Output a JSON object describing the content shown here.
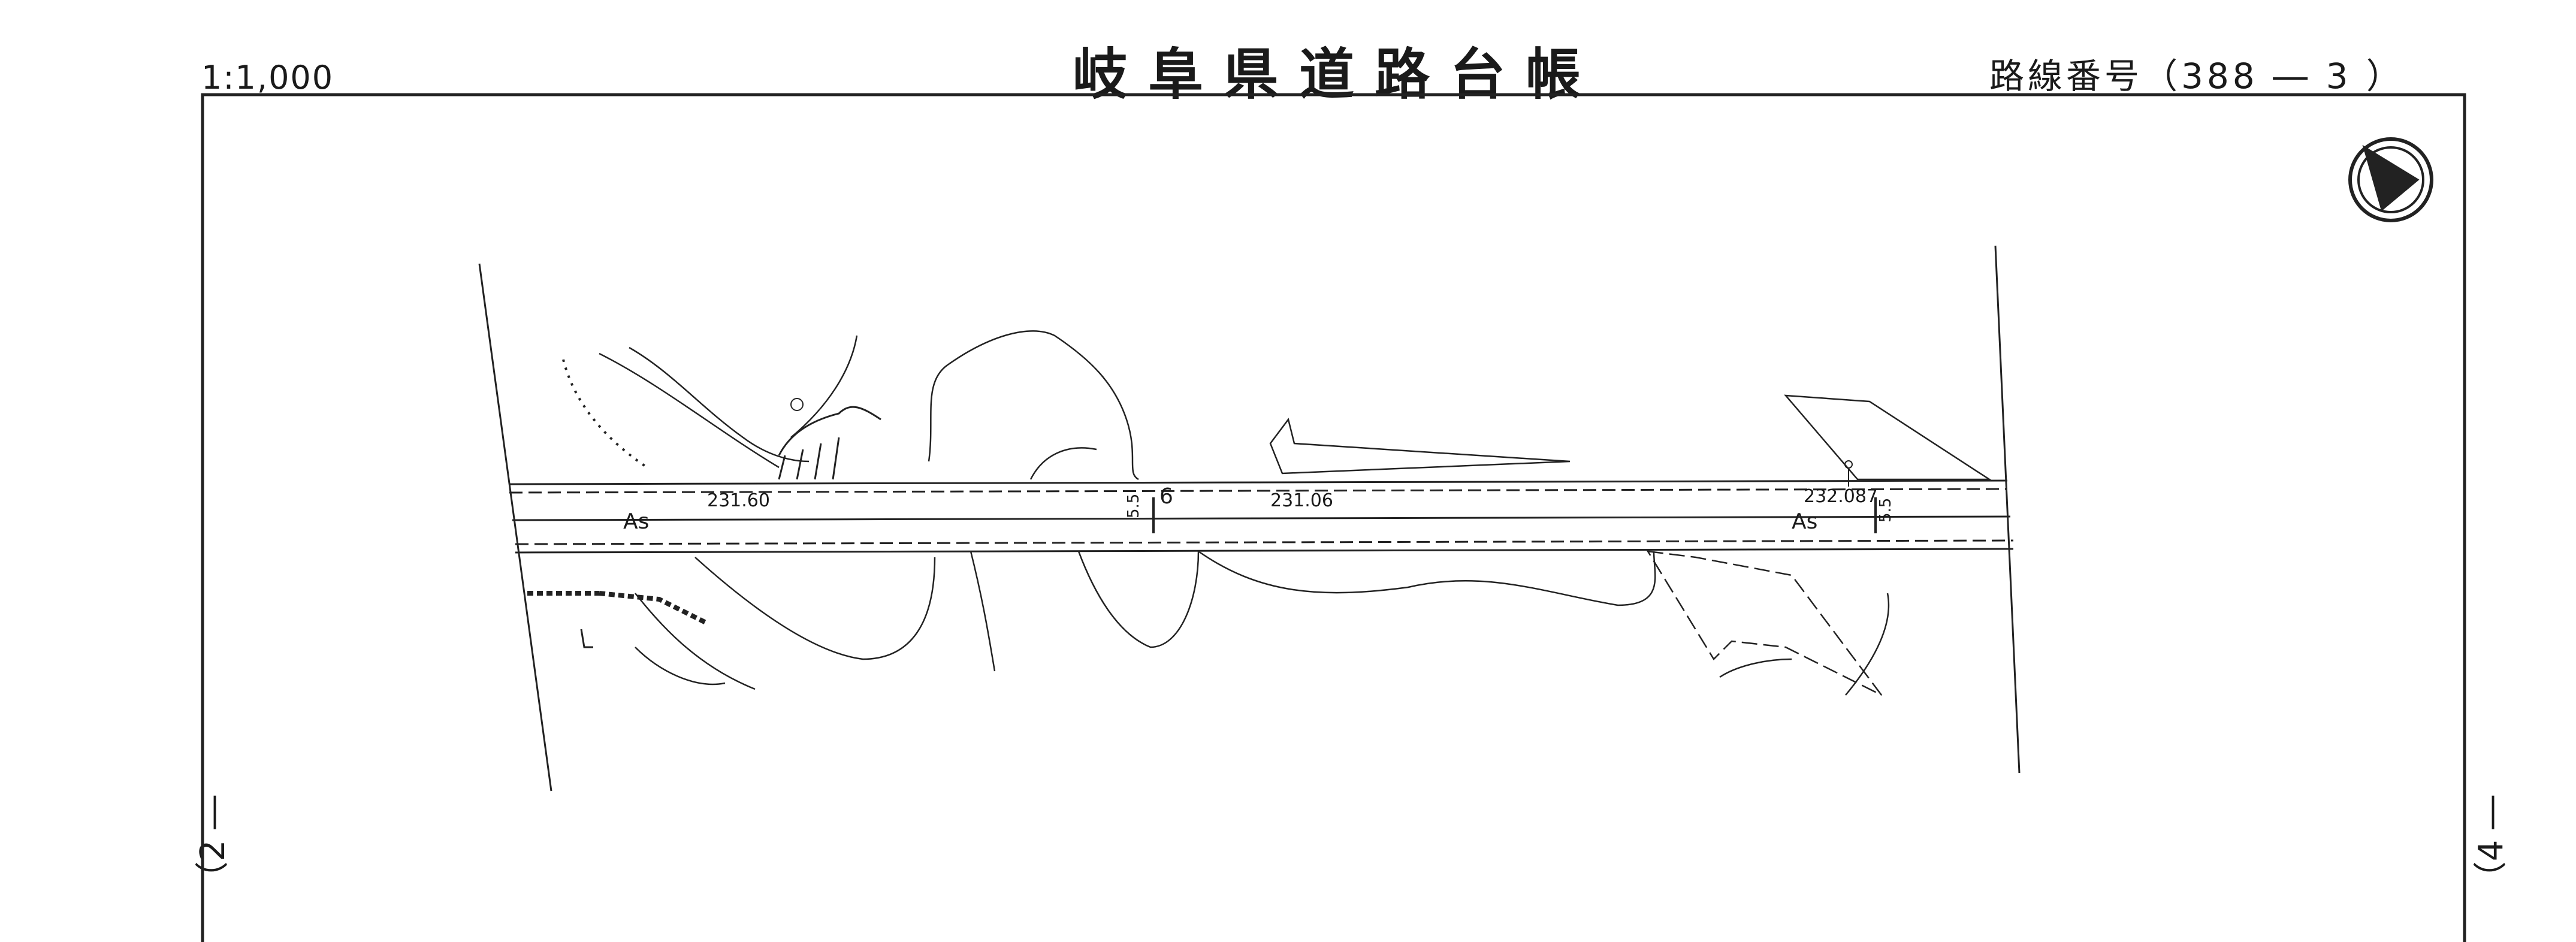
{
  "header": {
    "scale": "1:1,000",
    "title": "岐阜県道路台帳",
    "route_number": "路線番号（388 ― 3 ）"
  },
  "side_marks": {
    "left": "（2 ―",
    "right": "（4 ―"
  },
  "map": {
    "elevations": [
      "231.60",
      "231.06",
      "232.087"
    ],
    "road_widths": [
      "5.5",
      "6",
      "5.5"
    ],
    "surface_label_left": "As",
    "surface_label_right": "As"
  }
}
